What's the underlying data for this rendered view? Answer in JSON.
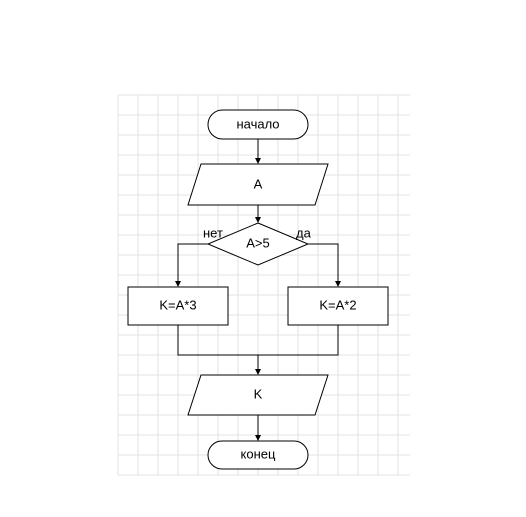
{
  "flowchart": {
    "start": {
      "text": "начало"
    },
    "input": {
      "text": "A"
    },
    "decision": {
      "text": "A>5"
    },
    "branch_no": {
      "text": "нет"
    },
    "branch_yes": {
      "text": "да"
    },
    "process_left": {
      "text": "K=A*3"
    },
    "process_right": {
      "text": "K=A*2"
    },
    "output": {
      "text": "K"
    },
    "end": {
      "text": "конец"
    }
  },
  "colors": {
    "grid": "#e3e3e3",
    "stroke": "#000000",
    "background": "#ffffff"
  }
}
